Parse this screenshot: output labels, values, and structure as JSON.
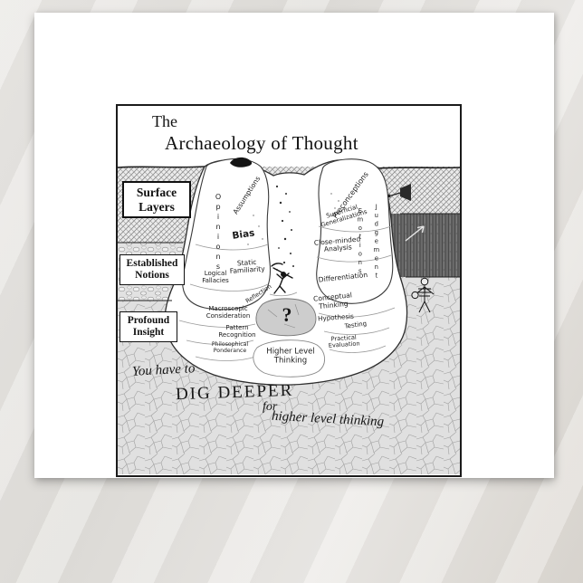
{
  "card": {
    "title_line1": "The",
    "title_line2": "Archaeology of Thought"
  },
  "strata": [
    {
      "label": "Surface Layers"
    },
    {
      "label": "Established Notions"
    },
    {
      "label": "Profound Insight"
    }
  ],
  "dig": {
    "assumptions": "Assumptions",
    "opinions": "Opinions",
    "bias": "Bias",
    "static_familiarity": "Static Familiarity",
    "logical_fallacies": "Logical Fallacies",
    "reflection": "Reflection",
    "macroscopic_consideration": "Macroscopic Consideration",
    "pattern_recognition": "Pattern Recognition",
    "philosophical_ponderance": "Philosophical Ponderance",
    "preconceptions": "Preconceptions",
    "superficial_generalizations": "Superficial Generalizations",
    "close_minded_analysis": "Close-minded Analysis",
    "emotions": "Emotions",
    "judgement": "Judgement",
    "differentiation": "Differentiation",
    "conceptual_thinking": "Conceptual Thinking",
    "hypothesis": "Hypothesis",
    "testing": "Testing",
    "practical_evaluation": "Practical Evaluation",
    "question_mark": "?",
    "higher_level_thinking": "Higher Level Thinking"
  },
  "caption": {
    "line1": "You have to",
    "line2": "DIG DEEPER",
    "line3": "for",
    "line4": "higher level thinking"
  },
  "icons": {
    "dirt_pile": "dirt-pile-icon",
    "horn": "horn-icon",
    "arrow": "arrow-icon",
    "skeleton": "skeleton-icon",
    "digger": "digger-icon"
  },
  "colors": {
    "page_bg": "#e4e2de",
    "card_bg": "#ffffff",
    "ink": "#1b1b1b",
    "hatch_gray": "#8d8d8d",
    "pebble_bg": "#e2e2e2",
    "dark_band": "#6a6a6a",
    "crackle_bg": "#e0e0e0",
    "unexcavated_gray": "#cdcdcd"
  }
}
